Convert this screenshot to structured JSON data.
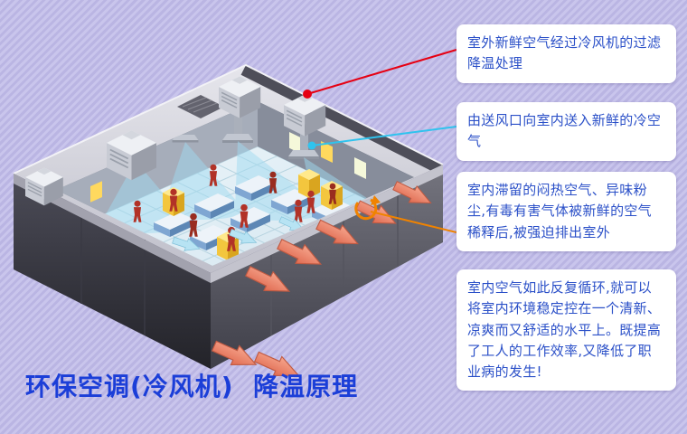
{
  "page": {
    "title": "环保空调(冷风机)  降温原理"
  },
  "callouts": [
    {
      "text": "室外新鲜空气经过冷风机的过滤降温处理",
      "marker_color": "#e60012"
    },
    {
      "text": "由送风口向室内送入新鲜的冷空气",
      "marker_color": "#2fc3ee"
    },
    {
      "text": "室内滞留的闷热空气、异味粉尘,有毒有害气体被新鲜的空气稀释后,被强迫排出室外",
      "marker_color": "#f08300"
    },
    {
      "text": "室内空气如此反复循环,就可以将室内环境稳定控在一个清新、凉爽而又舒适的水平上。既提高了工人的工作效率,又降低了职业病的发生!"
    }
  ],
  "colors": {
    "stripe_a": "#c9c5ec",
    "stripe_b": "#bab5e3",
    "callout_text": "#2b50c8",
    "callout_bg": "#ffffff",
    "title_color": "#1b3ed8"
  }
}
